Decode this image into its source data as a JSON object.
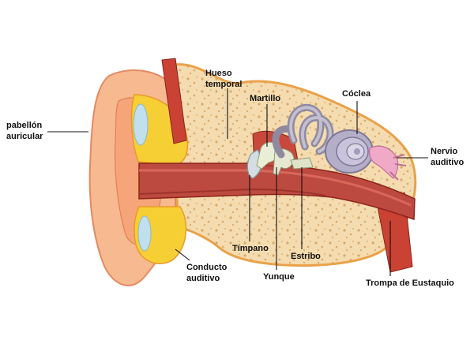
{
  "labels": {
    "pinna": [
      "pabellón",
      "auricular"
    ],
    "temporal_bone": [
      "Hueso",
      "temporal"
    ],
    "malleus": [
      "Martillo"
    ],
    "cochlea": [
      "Cóclea"
    ],
    "auditory_nerve": [
      "Nervio",
      "auditivo"
    ],
    "eardrum": [
      "Tímpano"
    ],
    "stapes": [
      "Estribo"
    ],
    "ear_canal": [
      "Conducto",
      "auditivo"
    ],
    "incus": [
      "Yunque"
    ],
    "eustachian_tube": [
      "Trompa de Eustaquio"
    ]
  }
}
